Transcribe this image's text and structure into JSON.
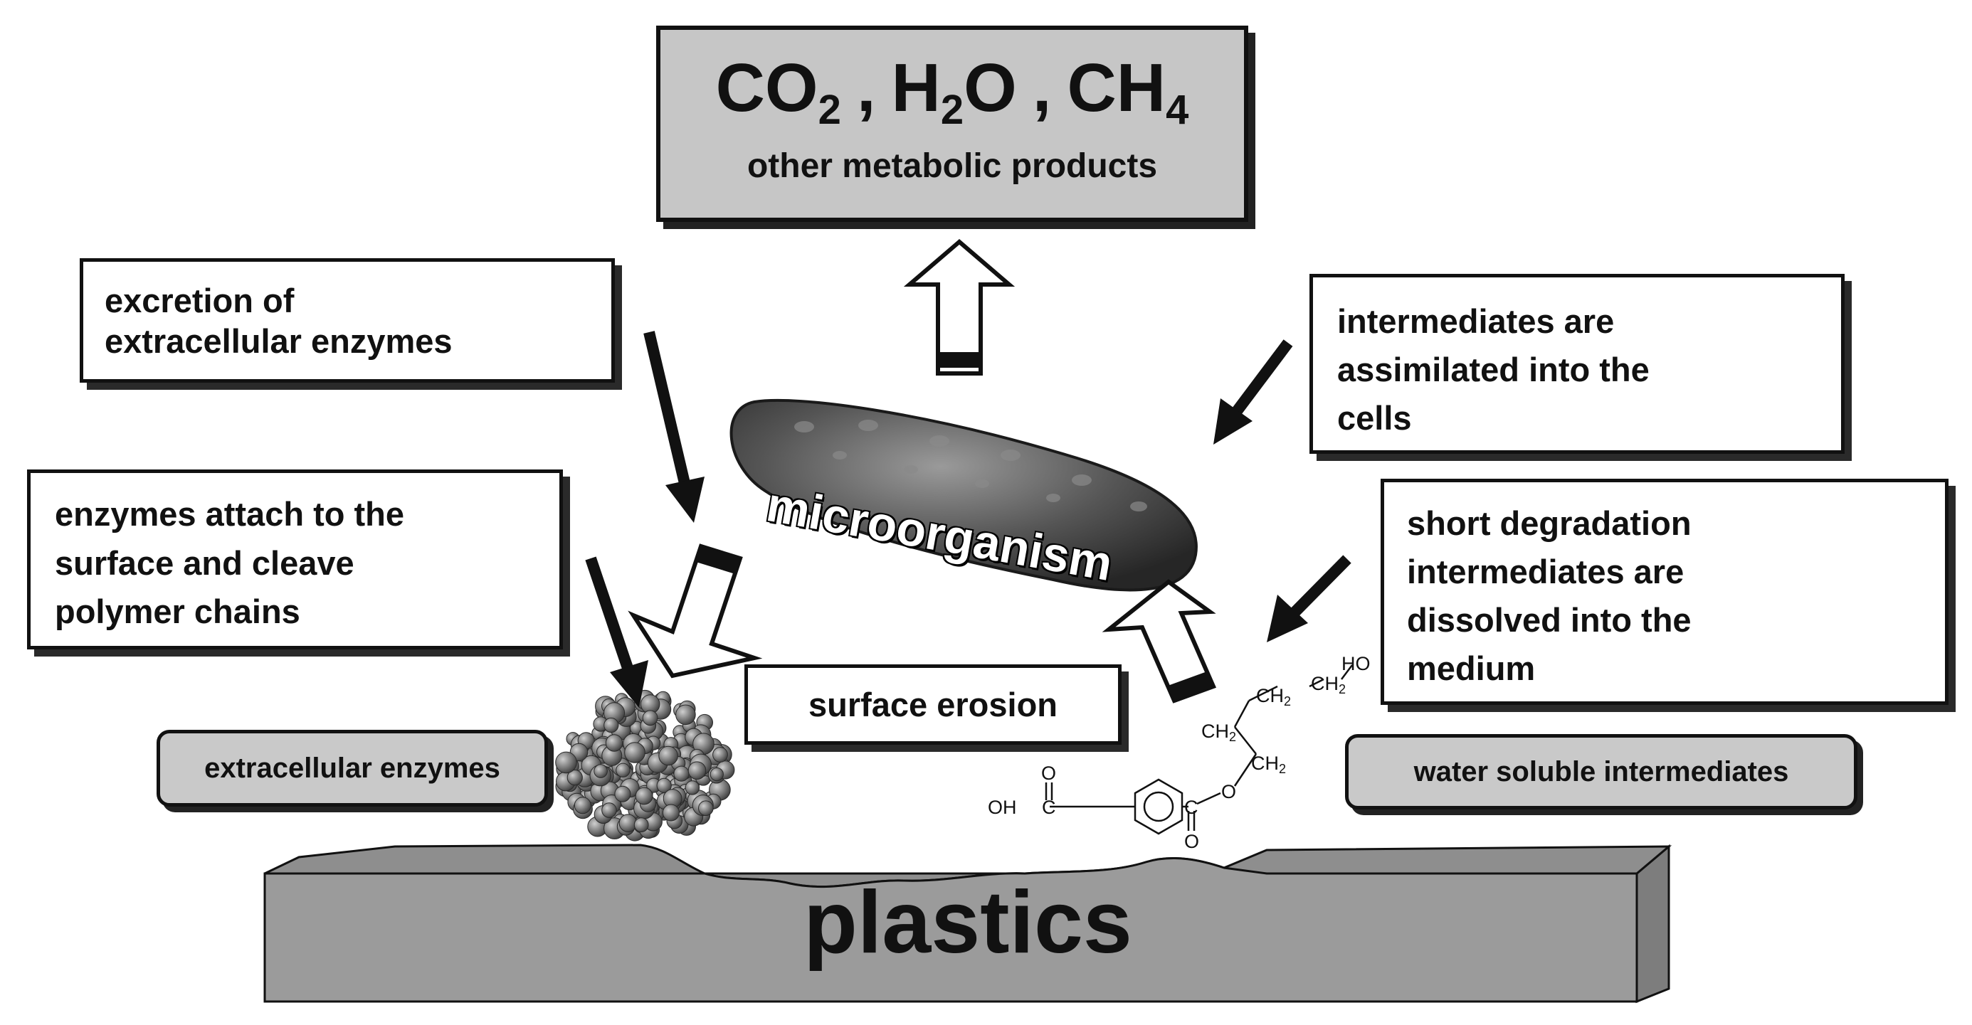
{
  "products": {
    "co2": "CO",
    "co2_sub": "2",
    "h2o_a": "H",
    "h2o_sub": "2",
    "h2o_b": "O",
    "ch4": "CH",
    "ch4_sub": "4",
    "separator": ",",
    "other": "other metabolic products"
  },
  "boxes": {
    "excretion": [
      "excretion of",
      "extracellular enzymes"
    ],
    "attach": [
      "enzymes attach to the",
      "surface and cleave",
      "polymer chains"
    ],
    "assimilated": [
      "intermediates are",
      "assimilated into the",
      "cells"
    ],
    "dissolved": [
      "short degradation",
      "intermediates are",
      "dissolved into the",
      "medium"
    ],
    "surface_erosion": "surface erosion"
  },
  "labels": {
    "extracellular_enzymes": "extracellular enzymes",
    "water_soluble": "water soluble intermediates",
    "microorganism": "microorganism",
    "plastics": "plastics"
  },
  "molecule": {
    "ho_top": "HO",
    "ch2_1": "CH",
    "ch2_2": "CH",
    "ch2_3": "CH",
    "ch2_4": "CH",
    "ch2_sub": "2",
    "ester_o": "O",
    "carbonyl_o1": "O",
    "carbonyl_o2": "O",
    "acid_oh": "OH",
    "c1": "C",
    "c2": "C"
  },
  "colors": {
    "outline": "#111111",
    "box_fill": "#ffffff",
    "gray_fill": "#c9c9c9",
    "plastic_top": "#8e8e8e",
    "plastic_front": "#999999",
    "microbe": "#4a4a4a"
  }
}
